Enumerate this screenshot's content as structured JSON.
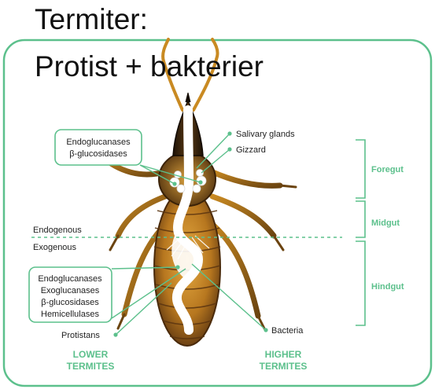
{
  "slide": {
    "title_line1": "Termiter:",
    "title_line2": "Protist + bakterier"
  },
  "diagram": {
    "box_top_lines": [
      "Endoglucanases",
      "β-glucosidases"
    ],
    "box_bottom_lines": [
      "Endoglucanases",
      "Exoglucanases",
      "β-glucosidases",
      "Hemicellulases"
    ],
    "salivary_glands": "Salivary glands",
    "gizzard": "Gizzard",
    "endogenous": "Endogenous",
    "exogenous": "Exogenous",
    "protistans": "Protistans",
    "bacteria": "Bacteria",
    "lower_termites": [
      "LOWER",
      "TERMITES"
    ],
    "higher_termites": [
      "HIGHER",
      "TERMITES"
    ],
    "foregut": "Foregut",
    "midgut": "Midgut",
    "hindgut": "Hindgut"
  },
  "colors": {
    "accent_green": "#5cc08c",
    "label_text": "#222222",
    "body_dark": "#3a2208",
    "body_mid": "#a3681c",
    "body_light": "#e0a43a",
    "gut_white": "#ffffff"
  }
}
